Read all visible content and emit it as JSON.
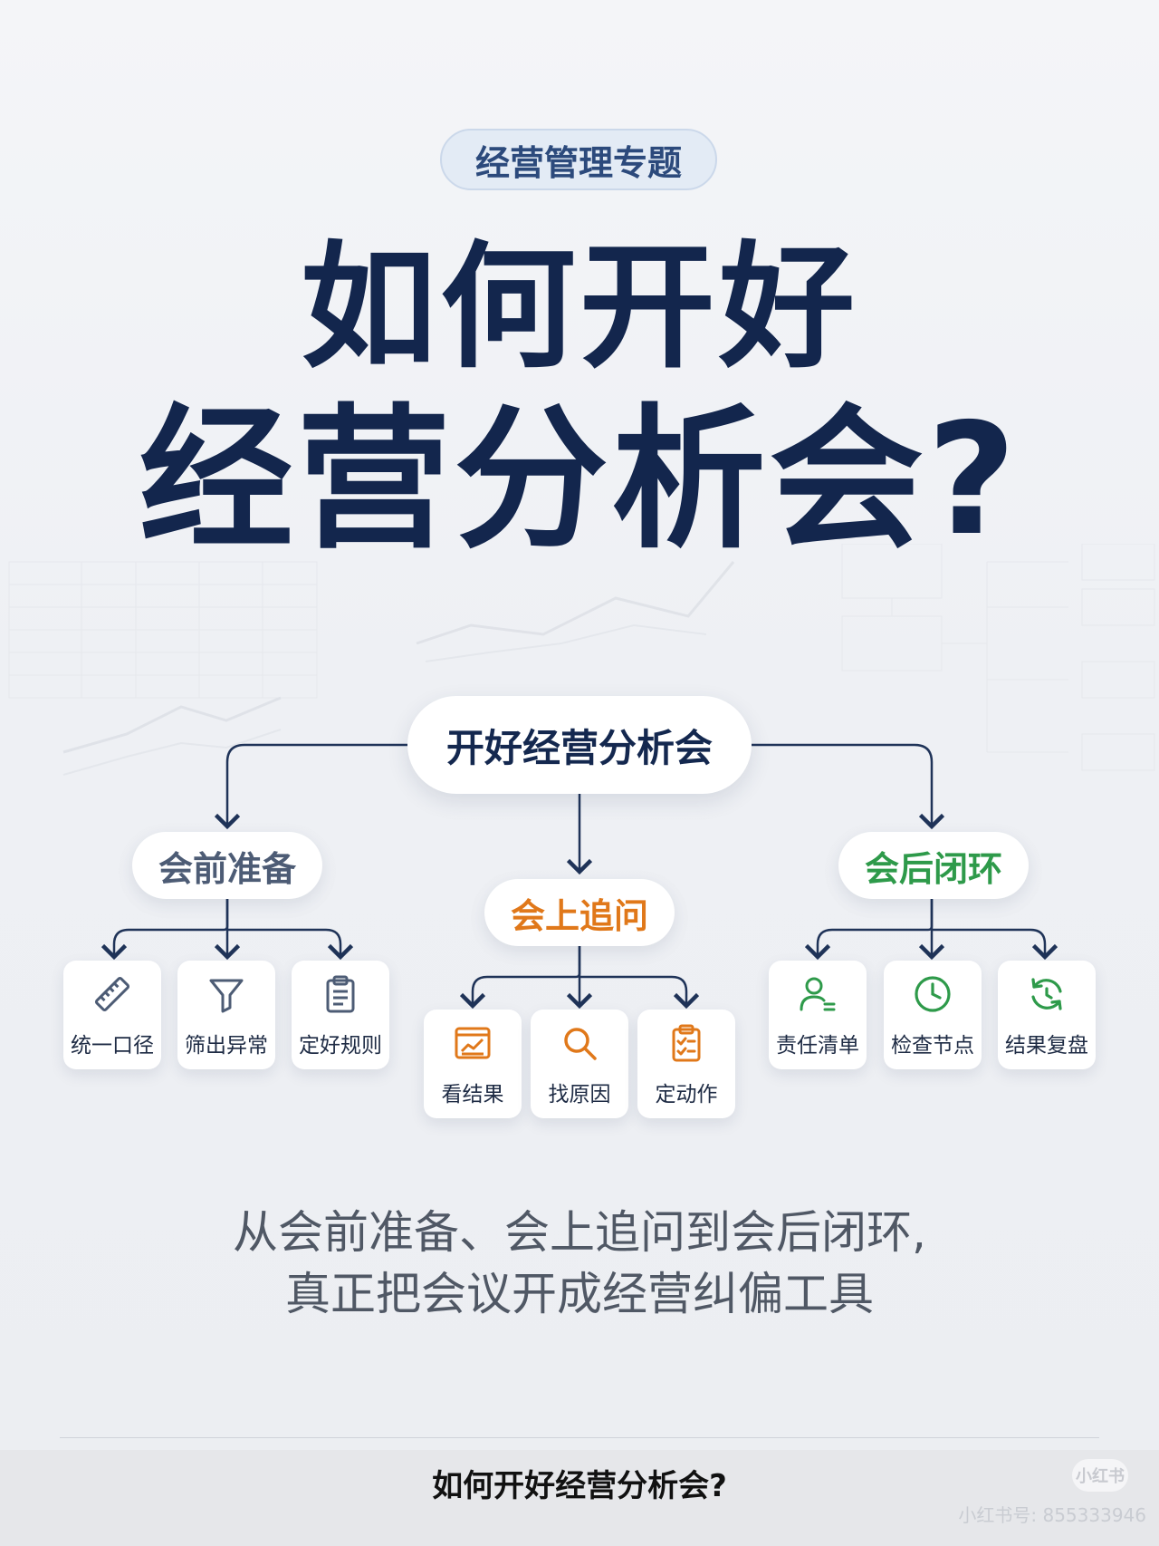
{
  "tag": "经营管理专题",
  "title": {
    "line1": "如何开好",
    "line2": "经营分析会?"
  },
  "diagram": {
    "root": "开好经营分析会",
    "branches": [
      {
        "label": "会前准备",
        "color": "#4d5c75",
        "leaves": [
          {
            "label": "统一口径",
            "icon": "ruler-icon"
          },
          {
            "label": "筛出异常",
            "icon": "filter-icon"
          },
          {
            "label": "定好规则",
            "icon": "clipboard-icon"
          }
        ]
      },
      {
        "label": "会上追问",
        "color": "#e0781a",
        "leaves": [
          {
            "label": "看结果",
            "icon": "chart-window-icon"
          },
          {
            "label": "找原因",
            "icon": "search-icon"
          },
          {
            "label": "定动作",
            "icon": "checklist-icon"
          }
        ]
      },
      {
        "label": "会后闭环",
        "color": "#2e9a4a",
        "leaves": [
          {
            "label": "责任清单",
            "icon": "person-icon"
          },
          {
            "label": "检查节点",
            "icon": "clock-icon"
          },
          {
            "label": "结果复盘",
            "icon": "refresh-icon"
          }
        ]
      }
    ]
  },
  "subtitle": {
    "line1": "从会前准备、会上追问到会后闭环,",
    "line2": "真正把会议开成经营纠偏工具"
  },
  "footer": {
    "caption": "如何开好经营分析会?",
    "watermark_logo": "小红书",
    "watermark_id": "小红书号: 855333946"
  },
  "colors": {
    "title": "#13264d",
    "line": "#1f3358",
    "pre": "#4d5c75",
    "mid": "#e0781a",
    "post": "#2e9a4a"
  }
}
